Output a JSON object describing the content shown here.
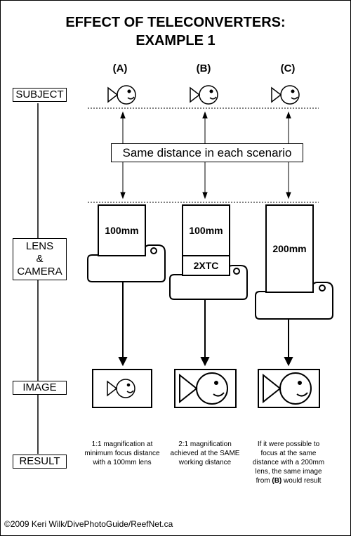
{
  "title": {
    "line1": "EFFECT OF TELECONVERTERS:",
    "line2": "EXAMPLE 1"
  },
  "stages": {
    "subject": "SUBJECT",
    "lens_line1": "LENS",
    "lens_line2": "&",
    "lens_line3": "CAMERA",
    "image": "IMAGE",
    "result": "RESULT"
  },
  "columns": [
    {
      "letter": "(A)",
      "lens": "100mm",
      "converter": "",
      "result": "1:1 magnification at minimum focus distance with a 100mm lens"
    },
    {
      "letter": "(B)",
      "lens": "100mm",
      "converter": "2XTC",
      "result": "2:1 magnification achieved at the SAME working distance"
    },
    {
      "letter": "(C)",
      "lens": "200mm",
      "converter": "",
      "result_pre": "If it were possible to focus at the same distance with a 200mm lens, the same image from",
      "result_bold": "(B)",
      "result_post": "would result"
    }
  ],
  "distance_label": "Same distance in each scenario",
  "credit": "©2009 Keri Wilk/DivePhotoGuide/ReefNet.ca"
}
